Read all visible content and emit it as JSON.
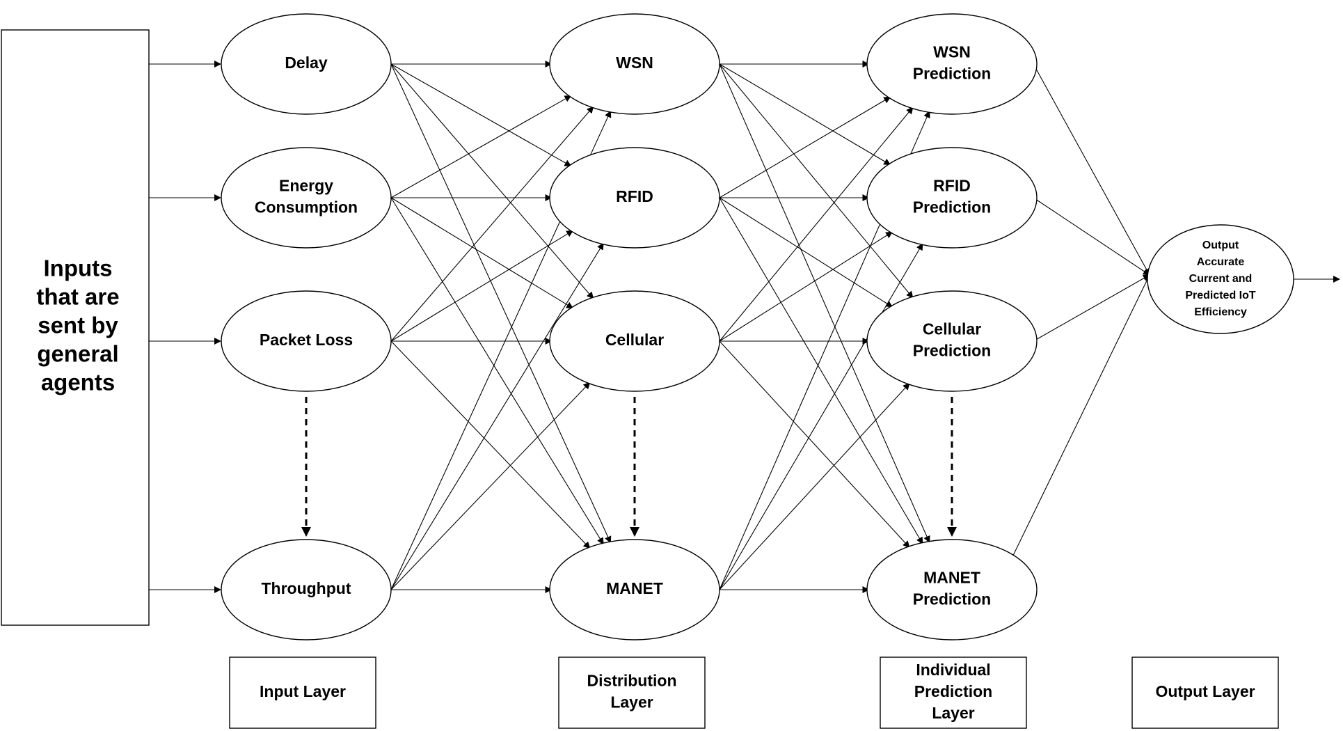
{
  "inputs_box": {
    "lines": [
      "Inputs",
      "that are",
      "sent by",
      "general",
      "agents"
    ]
  },
  "input_layer": {
    "nodes": [
      {
        "lines": [
          "Delay"
        ]
      },
      {
        "lines": [
          "Energy",
          "Consumption"
        ]
      },
      {
        "lines": [
          "Packet Loss"
        ]
      },
      {
        "lines": [
          "Throughput"
        ]
      }
    ]
  },
  "distribution_layer": {
    "nodes": [
      {
        "lines": [
          "WSN"
        ]
      },
      {
        "lines": [
          "RFID"
        ]
      },
      {
        "lines": [
          "Cellular"
        ]
      },
      {
        "lines": [
          "MANET"
        ]
      }
    ]
  },
  "prediction_layer": {
    "nodes": [
      {
        "lines": [
          "WSN",
          "Prediction"
        ]
      },
      {
        "lines": [
          "RFID",
          "Prediction"
        ]
      },
      {
        "lines": [
          "Cellular",
          "Prediction"
        ]
      },
      {
        "lines": [
          "MANET",
          "Prediction"
        ]
      }
    ]
  },
  "output_node": {
    "lines": [
      "Output",
      "Accurate",
      "Current and",
      "Predicted IoT",
      "Efficiency"
    ]
  },
  "layer_labels": [
    {
      "lines": [
        "Input Layer"
      ]
    },
    {
      "lines": [
        "Distribution",
        "Layer"
      ]
    },
    {
      "lines": [
        "Individual",
        "Prediction",
        "Layer"
      ]
    },
    {
      "lines": [
        "Output Layer"
      ]
    }
  ],
  "colors": {
    "stroke": "#000000",
    "fill": "#ffffff",
    "text": "#000000"
  }
}
